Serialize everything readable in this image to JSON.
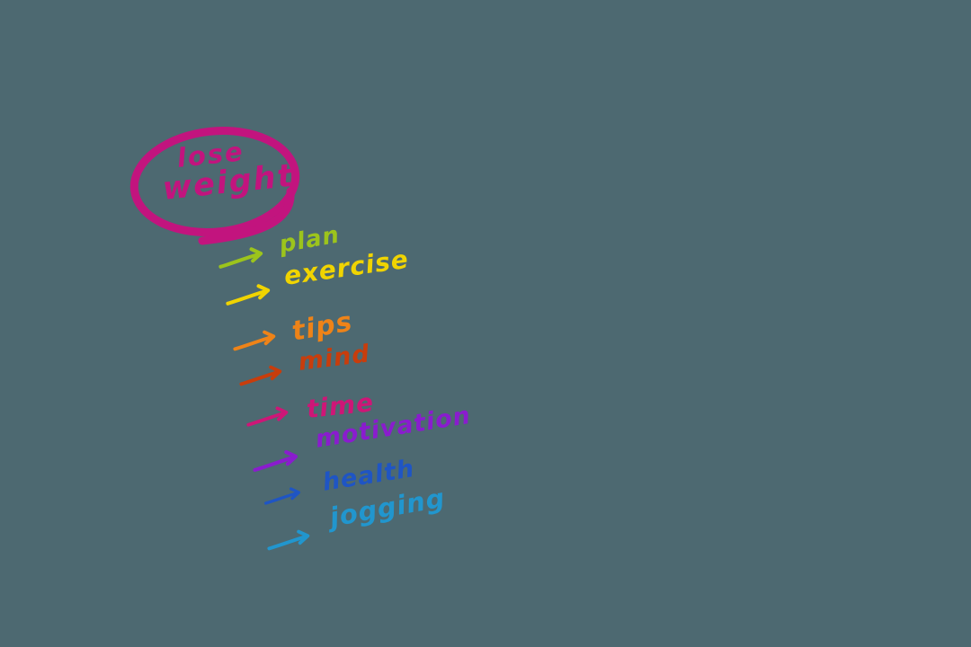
{
  "canvas": {
    "background_color": "#4D6971",
    "description": "hand-drawn lose-weight mind map"
  },
  "mindmap": {
    "title": {
      "line1": "lose",
      "line2": "weight",
      "color": "#C2147E",
      "circle_icon": "ellipse-doodle-icon"
    },
    "arrow_icon": "→",
    "items": [
      {
        "label": "plan",
        "color": "#9CC41C"
      },
      {
        "label": "exercise",
        "color": "#F0D400"
      },
      {
        "label": "tips",
        "color": "#EE8318"
      },
      {
        "label": "mind",
        "color": "#C83D0C"
      },
      {
        "label": "time",
        "color": "#CE1677"
      },
      {
        "label": "motivation",
        "color": "#8A1CCE"
      },
      {
        "label": "health",
        "color": "#1F55C4"
      },
      {
        "label": "jogging",
        "color": "#2196CE"
      }
    ]
  }
}
